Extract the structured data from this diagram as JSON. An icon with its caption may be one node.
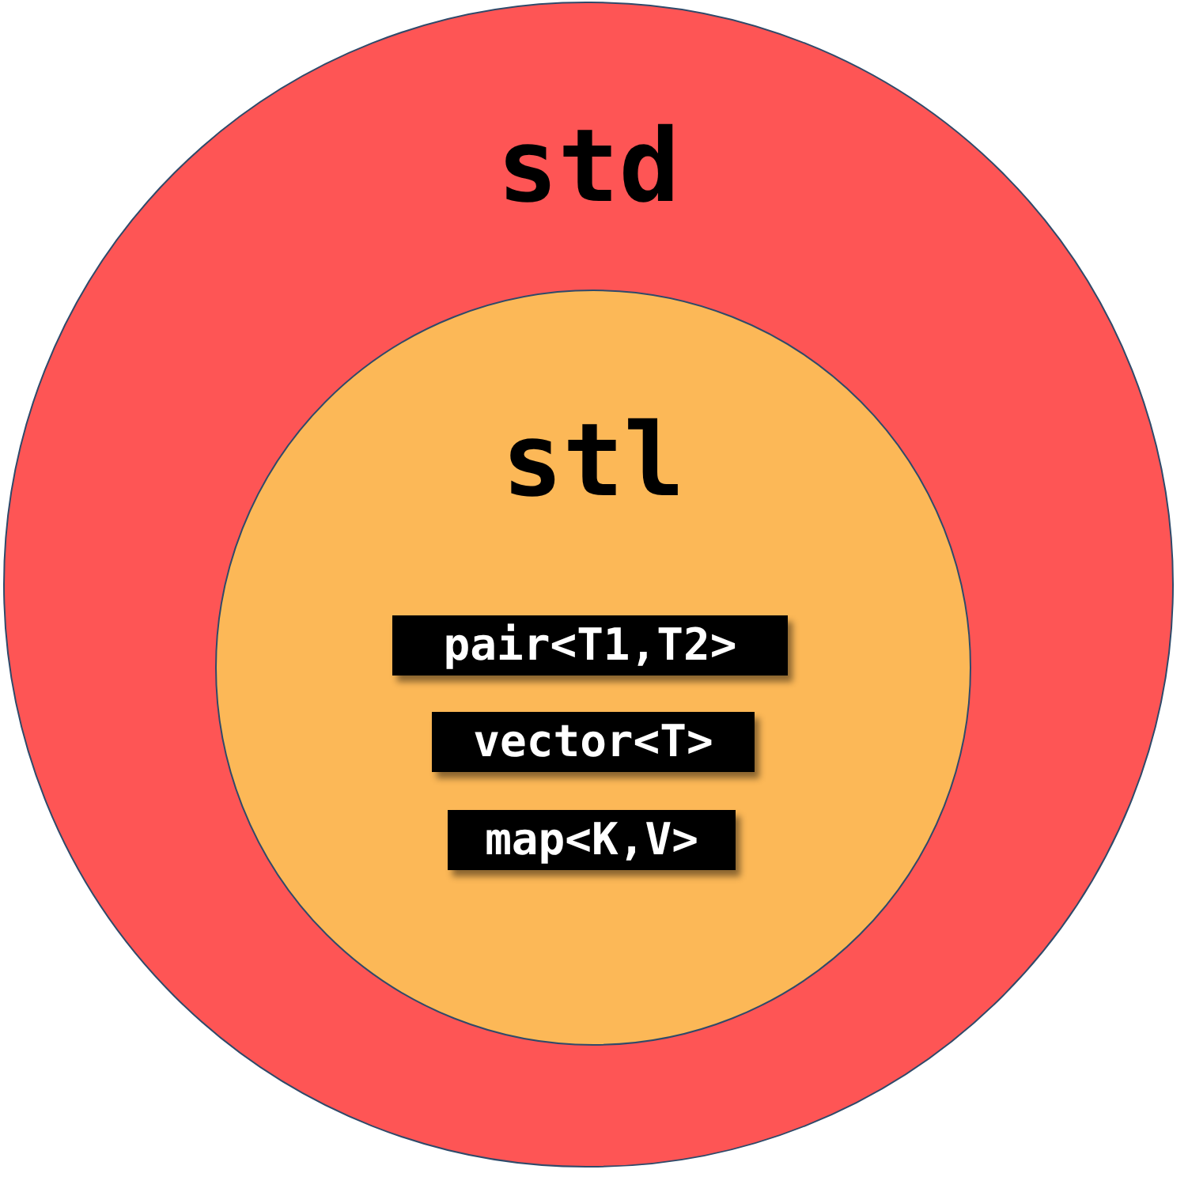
{
  "diagram": {
    "nodes": [
      {
        "text": [
          "std"
        ]
      },
      {
        "text": [
          "stl"
        ],
        "in": 0
      },
      {
        "text": [
          "pair<T1,T2>"
        ],
        "in": 1
      },
      {
        "text": [
          "vector<T>"
        ],
        "in": 1
      },
      {
        "text": [
          "map<K,V>"
        ],
        "in": 1
      }
    ]
  }
}
